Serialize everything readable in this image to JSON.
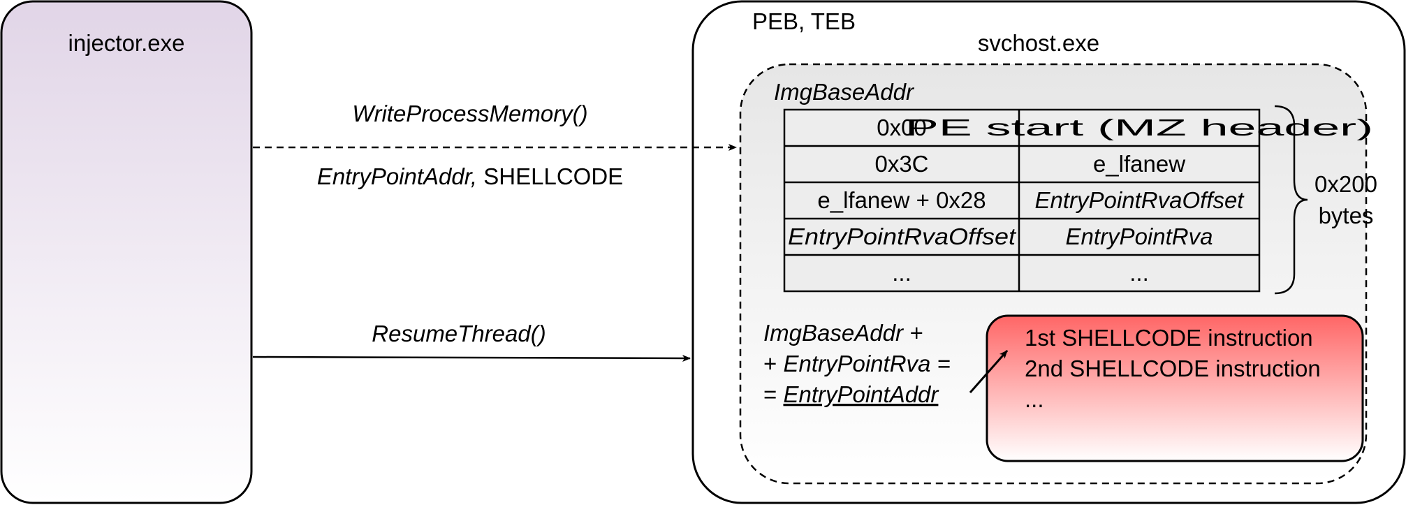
{
  "injector": {
    "label": "injector.exe"
  },
  "arrows": {
    "write": {
      "call": "WriteProcessMemory()",
      "arg_italic": "EntryPointAddr,",
      "arg_plain": "SHELLCODE"
    },
    "resume": {
      "call": "ResumeThread()"
    }
  },
  "svchost": {
    "corner_label": "PEB, TEB",
    "label": "svchost.exe",
    "image": {
      "label": "ImgBaseAddr",
      "table_rows": [
        {
          "left": "0x00",
          "right": "PE start (MZ header)",
          "left_italic": false,
          "right_italic": false
        },
        {
          "left": "0x3C",
          "right": "e_lfanew",
          "left_italic": false,
          "right_italic": false
        },
        {
          "left": "e_lfanew + 0x28",
          "right": "EntryPointRvaOffset",
          "left_italic": false,
          "right_italic": true
        },
        {
          "left": "EntryPointRvaOffset",
          "right": "EntryPointRva",
          "left_italic": true,
          "right_italic": true
        },
        {
          "left": "...",
          "right": "...",
          "left_italic": false,
          "right_italic": false
        }
      ],
      "brace_label_1": "0x200",
      "brace_label_2": "bytes",
      "formula": {
        "line1": "ImgBaseAddr +",
        "line2_prefix": "+ ",
        "line2_var": "EntryPointRva =",
        "line3_prefix": "= ",
        "line3_var": "EntryPointAddr"
      },
      "shellcode": [
        "1st SHELLCODE instruction",
        "2nd SHELLCODE instruction",
        "..."
      ]
    }
  },
  "colors": {
    "injector_gradient_top": "#e1d5e7",
    "image_gradient_top": "#e6e6e6",
    "shellcode_gradient_top": "#ff6666",
    "stroke": "#000000"
  }
}
